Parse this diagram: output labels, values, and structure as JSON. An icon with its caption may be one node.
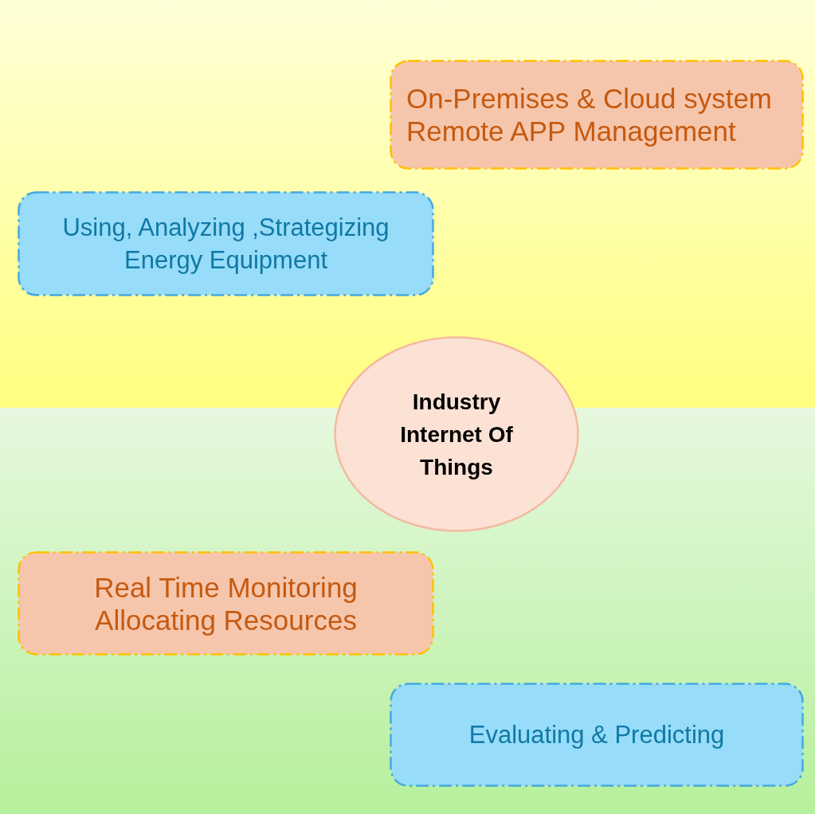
{
  "diagram": {
    "nodes": [
      {
        "text": [
          "On-Premises & Cloud system Remote APP Management"
        ]
      },
      {
        "text": [
          "Using, Analyzing ,Strategizing Energy Equipment"
        ]
      },
      {
        "text": [
          "Industry Internet Of Things"
        ]
      },
      {
        "text": [
          "Real Time Monitoring Allocating Resources"
        ]
      },
      {
        "text": [
          "Evaluating & Predicting"
        ]
      }
    ]
  }
}
